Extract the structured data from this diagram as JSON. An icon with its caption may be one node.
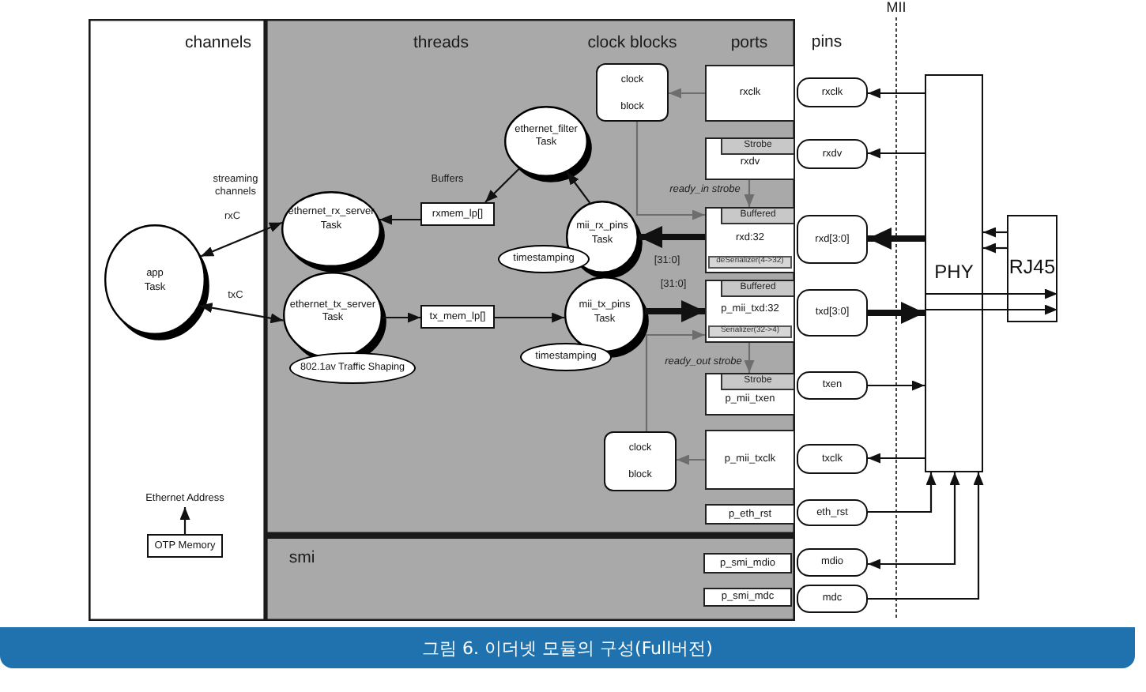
{
  "diagram": {
    "caption": "그림 6. 이더넷 모듈의 구성(Full버전)",
    "nodes": [
      {
        "text": [
          "channels"
        ]
      },
      {
        "text": [
          "threads",
          "clock blocks",
          "ports"
        ]
      },
      {
        "text": [
          "smi"
        ]
      },
      {
        "text": [
          "app Task"
        ],
        "in": 0
      },
      {
        "text": [
          "Ethernet Address"
        ],
        "in": 0
      },
      {
        "text": [
          "OTP Memory"
        ],
        "in": 0
      },
      {
        "text": [
          "ethernet_rx_server Task"
        ],
        "in": 1
      },
      {
        "text": [
          "ethernet_tx_server Task"
        ],
        "in": 1
      },
      {
        "text": [
          "802.1av Traffic Shaping"
        ],
        "in": 1
      },
      {
        "text": [
          "rxmem_lp[]"
        ],
        "in": 1
      },
      {
        "text": [
          "tx_mem_lp[]"
        ],
        "in": 1
      },
      {
        "text": [
          "ethernet_filter Task"
        ],
        "in": 1
      },
      {
        "text": [
          "mii_rx_pins Task"
        ],
        "in": 1
      },
      {
        "text": [
          "timestamping"
        ],
        "in": 1
      },
      {
        "text": [
          "mii_tx_pins Task"
        ],
        "in": 1
      },
      {
        "text": [
          "timestamping"
        ],
        "in": 1
      },
      {
        "text": [
          "clock block"
        ],
        "in": 1
      },
      {
        "text": [
          "rxclk"
        ],
        "in": 1
      },
      {
        "text": [
          "Strobe",
          "rxdv"
        ],
        "in": 1
      },
      {
        "text": [
          "Buffered",
          "rxd:32",
          "deSerializer(4->32)"
        ],
        "in": 1
      },
      {
        "text": [
          "Buffered",
          "p_mii_txd:32",
          "Serializer(32->4)"
        ],
        "in": 1
      },
      {
        "text": [
          "Strobe",
          "p_mii_txen"
        ],
        "in": 1
      },
      {
        "text": [
          "clock block"
        ],
        "in": 1
      },
      {
        "text": [
          "p_mii_txclk"
        ],
        "in": 1
      },
      {
        "text": [
          "p_eth_rst"
        ],
        "in": 1
      },
      {
        "text": [
          "p_smi_mdio"
        ],
        "in": 2
      },
      {
        "text": [
          "p_smi_mdc"
        ],
        "in": 2
      },
      {
        "text": [
          "rxclk"
        ]
      },
      {
        "text": [
          "rxdv"
        ]
      },
      {
        "text": [
          "rxd[3:0]"
        ]
      },
      {
        "text": [
          "txd[3:0]"
        ]
      },
      {
        "text": [
          "txen"
        ]
      },
      {
        "text": [
          "txclk"
        ]
      },
      {
        "text": [
          "eth_rst"
        ]
      },
      {
        "text": [
          "mdio"
        ]
      },
      {
        "text": [
          "mdc"
        ]
      },
      {
        "text": [
          "PHY"
        ]
      },
      {
        "text": [
          "RJ45"
        ]
      }
    ],
    "edges": [
      {
        "from": 5,
        "to": 4,
        "arrow": "to"
      },
      {
        "from": 3,
        "to": 6,
        "arrow": "both",
        "label": "rxC"
      },
      {
        "from": 3,
        "to": 7,
        "arrow": "both",
        "label": "txC"
      },
      {
        "from": 9,
        "to": 6,
        "arrow": "to"
      },
      {
        "from": 11,
        "to": 9,
        "arrow": "to"
      },
      {
        "from": 12,
        "to": 11,
        "arrow": "to"
      },
      {
        "from": 19,
        "to": 12,
        "arrow": "to",
        "label": "[31:0]",
        "style": "thick"
      },
      {
        "from": 7,
        "to": 10,
        "arrow": "to"
      },
      {
        "from": 10,
        "to": 14,
        "arrow": "to"
      },
      {
        "from": 14,
        "to": 20,
        "arrow": "to",
        "label": "[31:0]",
        "style": "thick"
      },
      {
        "from": 17,
        "to": 16,
        "arrow": "to",
        "color": "#6e6e6e"
      },
      {
        "from": 16,
        "to": 19,
        "arrow": "to",
        "color": "#6e6e6e"
      },
      {
        "from": 18,
        "to": 19,
        "arrow": "to",
        "label": "ready_in strobe",
        "color": "#6e6e6e"
      },
      {
        "from": 20,
        "to": 21,
        "arrow": "to",
        "label": "ready_out strobe",
        "color": "#6e6e6e"
      },
      {
        "from": 23,
        "to": 22,
        "arrow": "to",
        "color": "#6e6e6e"
      },
      {
        "from": 22,
        "to": 20,
        "arrow": "to",
        "color": "#6e6e6e"
      },
      {
        "from": 36,
        "to": 27,
        "arrow": "to"
      },
      {
        "from": 36,
        "to": 28,
        "arrow": "to"
      },
      {
        "from": 36,
        "to": 29,
        "arrow": "to",
        "style": "thick"
      },
      {
        "from": 30,
        "to": 36,
        "arrow": "to",
        "style": "thick"
      },
      {
        "from": 31,
        "to": 36,
        "arrow": "to"
      },
      {
        "from": 36,
        "to": 32,
        "arrow": "to"
      },
      {
        "from": 33,
        "to": 36,
        "arrow": "to"
      },
      {
        "from": 34,
        "to": 36,
        "arrow": "both"
      },
      {
        "from": 35,
        "to": 36,
        "arrow": "to"
      },
      {
        "from": 37,
        "to": 36,
        "arrow": "to"
      },
      {
        "from": 37,
        "to": 36,
        "arrow": "to"
      },
      {
        "from": 36,
        "to": 37,
        "arrow": "to"
      },
      {
        "from": 36,
        "to": 37,
        "arrow": "to"
      }
    ],
    "labels": [
      "MII",
      "pins",
      "streaming channels",
      "Buffers"
    ]
  }
}
